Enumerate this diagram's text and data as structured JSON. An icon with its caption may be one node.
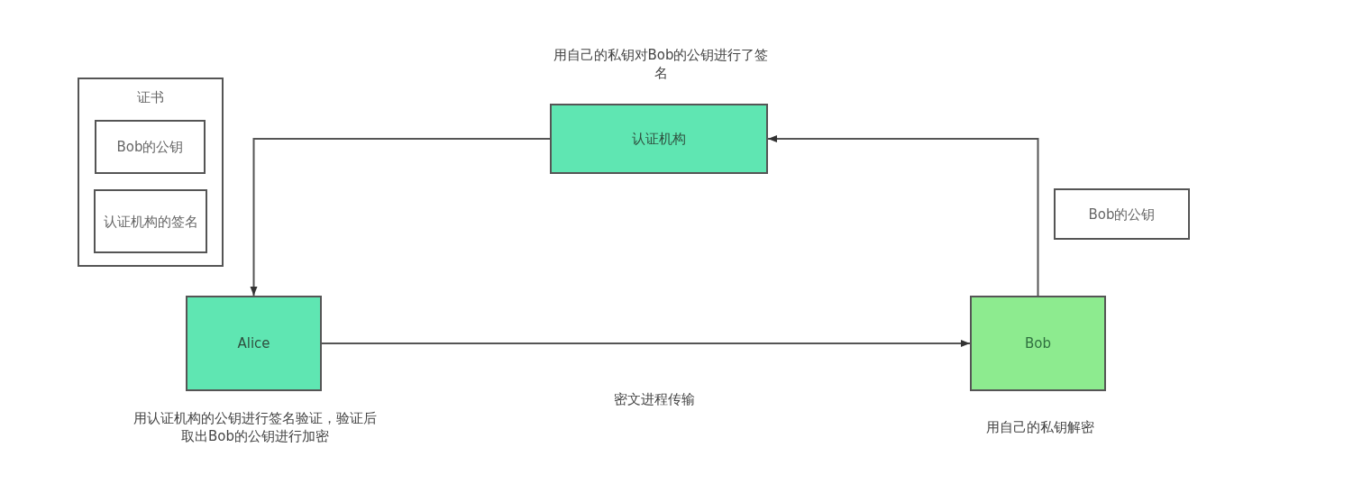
{
  "diagram": {
    "nodes": [
      {
        "text": [
          "证书"
        ]
      },
      {
        "text": [
          "Bob的公钥"
        ],
        "in": 0
      },
      {
        "text": [
          "认证机构的签名"
        ],
        "in": 0
      },
      {
        "text": [
          "认证机构"
        ],
        "beside": [
          "用自己的私钥对Bob的公钥进行了签名"
        ]
      },
      {
        "text": [
          "Bob的公钥"
        ]
      },
      {
        "text": [
          "Alice"
        ],
        "beside": [
          "用认证机构的公钥进行签名验证，验证后取出Bob的公钥进行加密"
        ]
      },
      {
        "text": [
          "Bob"
        ],
        "beside": [
          "用自己的私钥解密"
        ]
      }
    ],
    "edges": [
      {
        "from": 6,
        "to": 3,
        "arrow": "to"
      },
      {
        "from": 3,
        "to": 5,
        "arrow": "to"
      },
      {
        "from": 5,
        "to": 6,
        "arrow": "to",
        "label": "密文进程传输"
      }
    ]
  }
}
